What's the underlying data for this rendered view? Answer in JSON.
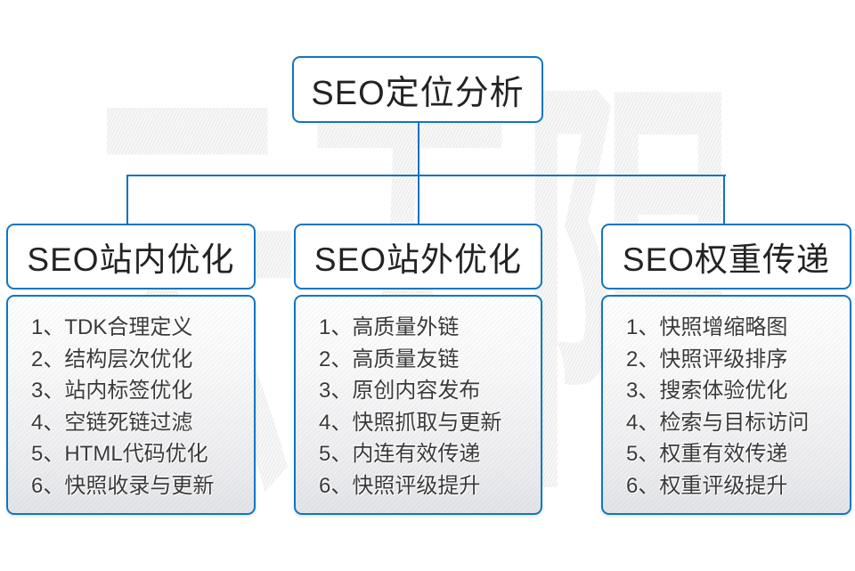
{
  "watermark": "云无限",
  "root": {
    "label": "SEO定位分析"
  },
  "columns": [
    {
      "header": "SEO站内优化",
      "items": [
        "1、TDK合理定义",
        "2、结构层次优化",
        "3、站内标签优化",
        "4、空链死链过滤",
        "5、HTML代码优化",
        "6、快照收录与更新"
      ]
    },
    {
      "header": "SEO站外优化",
      "items": [
        "1、高质量外链",
        "2、高质量友链",
        "3、原创内容发布",
        "4、快照抓取与更新",
        "5、内连有效传递",
        "6、快照评级提升"
      ]
    },
    {
      "header": "SEO权重传递",
      "items": [
        "1、快照增缩略图",
        "2、快照评级排序",
        "3、搜索体验优化",
        "4、检索与目标访问",
        "5、权重有效传递",
        "6、权重评级提升"
      ]
    }
  ],
  "colors": {
    "connector_blue": "#0b72c3",
    "border_blue": "#0f76c5",
    "text_dark": "#3a3a3a",
    "watermark_gray": "#ececec"
  }
}
